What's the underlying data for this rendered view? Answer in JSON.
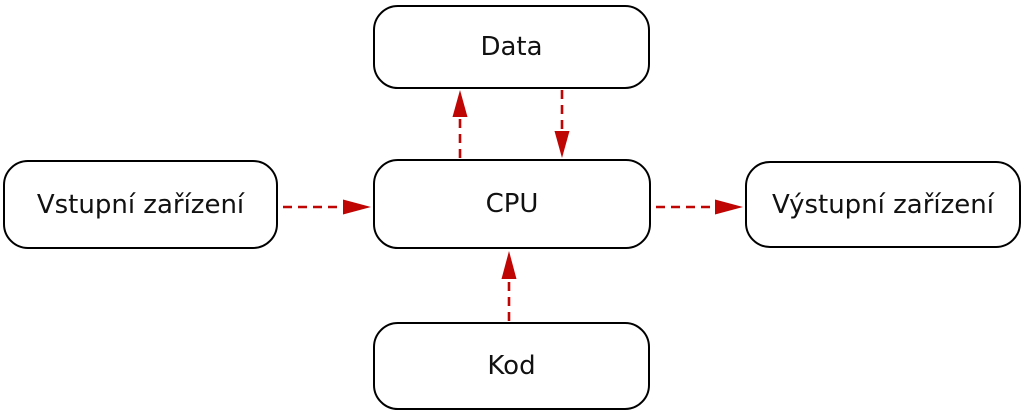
{
  "diagram": {
    "type": "block-diagram",
    "nodes": {
      "data": {
        "label": "Data"
      },
      "cpu": {
        "label": "CPU"
      },
      "kod": {
        "label": "Kod"
      },
      "input": {
        "label": "Vstupní zařízení"
      },
      "output": {
        "label": "Výstupní zařízení"
      }
    },
    "edges": [
      {
        "from": "input",
        "to": "cpu",
        "style": "dashed-arrow"
      },
      {
        "from": "cpu",
        "to": "output",
        "style": "dashed-arrow"
      },
      {
        "from": "cpu",
        "to": "data",
        "style": "dashed-arrow"
      },
      {
        "from": "data",
        "to": "cpu",
        "style": "dashed-arrow"
      },
      {
        "from": "kod",
        "to": "cpu",
        "style": "dashed-arrow"
      }
    ],
    "colors": {
      "arrow": "#c00505",
      "node_border": "#000000",
      "node_fill": "#ffffff",
      "text": "#111111",
      "background": "#ffffff"
    }
  }
}
